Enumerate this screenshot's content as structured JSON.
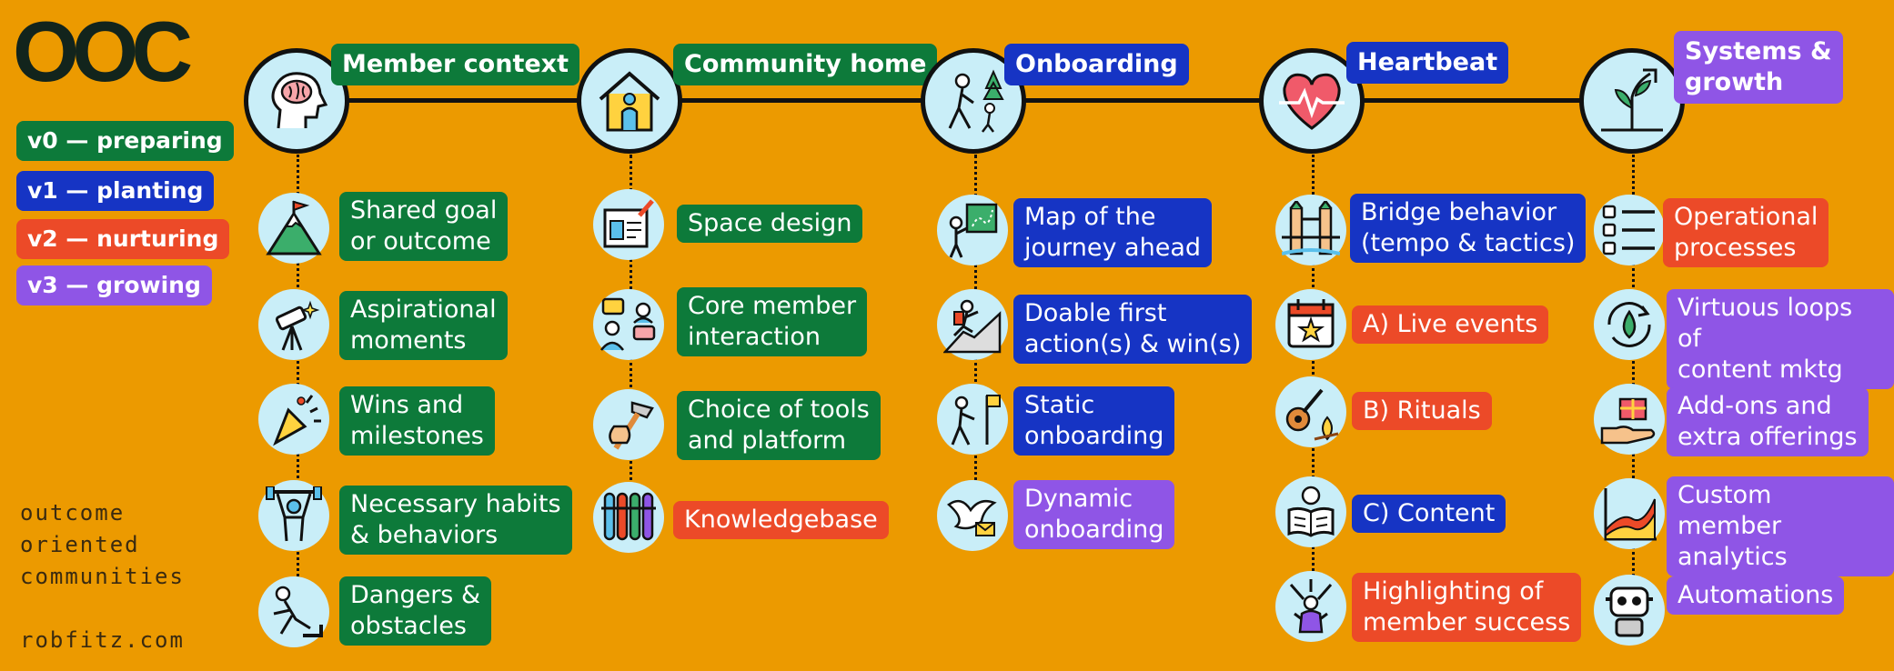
{
  "logo": "OOC",
  "legend": [
    {
      "label": "v0 — preparing",
      "color": "#0D7A3A"
    },
    {
      "label": "v1 — planting",
      "color": "#1634C4"
    },
    {
      "label": "v2 — nurturing",
      "color": "#EC4A28"
    },
    {
      "label": "v3 — growing",
      "color": "#8F55E6"
    }
  ],
  "tagline": {
    "line1": "outcome",
    "line2": "oriented",
    "line3": "communities"
  },
  "site": "robfitz.com",
  "columns": [
    {
      "title": "Member context",
      "title_color": "#0D7A3A",
      "icon": "brain-head-icon",
      "items": [
        {
          "label": "Shared goal\nor outcome",
          "color": "#0D7A3A",
          "icon": "mountain-flag-icon"
        },
        {
          "label": "Aspirational\nmoments",
          "color": "#0D7A3A",
          "icon": "telescope-icon"
        },
        {
          "label": "Wins and\nmilestones",
          "color": "#0D7A3A",
          "icon": "party-popper-icon"
        },
        {
          "label": "Necessary habits\n& behaviors",
          "color": "#0D7A3A",
          "icon": "weightlifter-icon"
        },
        {
          "label": "Dangers &\nobstacles",
          "color": "#0D7A3A",
          "icon": "falling-person-icon"
        }
      ]
    },
    {
      "title": "Community home",
      "title_color": "#0D7A3A",
      "icon": "house-icon",
      "items": [
        {
          "label": "Space design",
          "color": "#0D7A3A",
          "icon": "blueprint-icon"
        },
        {
          "label": "Core member\ninteraction",
          "color": "#0D7A3A",
          "icon": "chat-people-icon"
        },
        {
          "label": "Choice of tools\nand platform",
          "color": "#0D7A3A",
          "icon": "hammer-hand-icon"
        },
        {
          "label": "Knowledgebase",
          "color": "#EC4A28",
          "icon": "test-tubes-icon"
        }
      ]
    },
    {
      "title": "Onboarding",
      "title_color": "#1634C4",
      "icon": "hikers-icon",
      "items": [
        {
          "label": "Map of the\njourney ahead",
          "color": "#1634C4",
          "icon": "map-person-icon"
        },
        {
          "label": "Doable first\naction(s) & win(s)",
          "color": "#1634C4",
          "icon": "climber-icon"
        },
        {
          "label": "Static\nonboarding",
          "color": "#1634C4",
          "icon": "hiker-flag-icon"
        },
        {
          "label": "Dynamic\nonboarding",
          "color": "#8F55E6",
          "icon": "dove-letter-icon"
        }
      ]
    },
    {
      "title": "Heartbeat",
      "title_color": "#1634C4",
      "icon": "heart-pulse-icon",
      "items": [
        {
          "label": "Bridge behavior\n(tempo & tactics)",
          "color": "#1634C4",
          "icon": "bridge-icon"
        },
        {
          "label": "A) Live events",
          "color": "#EC4A28",
          "icon": "calendar-star-icon"
        },
        {
          "label": "B) Rituals",
          "color": "#EC4A28",
          "icon": "guitar-campfire-icon"
        },
        {
          "label": "C) Content",
          "color": "#1634C4",
          "icon": "reader-icon"
        },
        {
          "label": "Highlighting of\nmember success",
          "color": "#EC4A28",
          "icon": "spotlight-person-icon"
        }
      ]
    },
    {
      "title": "Systems &\ngrowth",
      "title_color": "#8F55E6",
      "icon": "growth-plant-icon",
      "items": [
        {
          "label": "Operational\nprocesses",
          "color": "#EC4A28",
          "icon": "checklist-icon"
        },
        {
          "label": "Virtuous loops of\ncontent mktg",
          "color": "#8F55E6",
          "icon": "leaf-cycle-icon"
        },
        {
          "label": "Add-ons and\nextra offerings",
          "color": "#8F55E6",
          "icon": "gift-hand-icon"
        },
        {
          "label": "Custom member\nanalytics",
          "color": "#8F55E6",
          "icon": "area-chart-icon"
        },
        {
          "label": "Automations",
          "color": "#8F55E6",
          "icon": "robot-icon"
        }
      ]
    }
  ]
}
